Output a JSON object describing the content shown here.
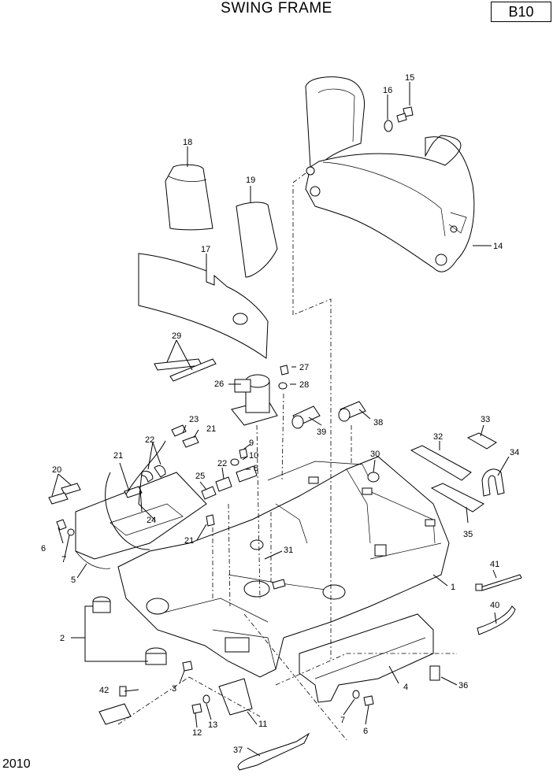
{
  "header": {
    "title": "SWING FRAME",
    "code": "B10"
  },
  "footer": {
    "page": "2010"
  },
  "callouts": [
    {
      "n": "1"
    },
    {
      "n": "2"
    },
    {
      "n": "3"
    },
    {
      "n": "4"
    },
    {
      "n": "5"
    },
    {
      "n": "6"
    },
    {
      "n": "6"
    },
    {
      "n": "7"
    },
    {
      "n": "7"
    },
    {
      "n": "8"
    },
    {
      "n": "9"
    },
    {
      "n": "10"
    },
    {
      "n": "11"
    },
    {
      "n": "12"
    },
    {
      "n": "13"
    },
    {
      "n": "14"
    },
    {
      "n": "15"
    },
    {
      "n": "16"
    },
    {
      "n": "17"
    },
    {
      "n": "18"
    },
    {
      "n": "19"
    },
    {
      "n": "20"
    },
    {
      "n": "21"
    },
    {
      "n": "21"
    },
    {
      "n": "21"
    },
    {
      "n": "22"
    },
    {
      "n": "22"
    },
    {
      "n": "23"
    },
    {
      "n": "24"
    },
    {
      "n": "25"
    },
    {
      "n": "26"
    },
    {
      "n": "27"
    },
    {
      "n": "28"
    },
    {
      "n": "29"
    },
    {
      "n": "30"
    },
    {
      "n": "31"
    },
    {
      "n": "32"
    },
    {
      "n": "33"
    },
    {
      "n": "34"
    },
    {
      "n": "35"
    },
    {
      "n": "36"
    },
    {
      "n": "37"
    },
    {
      "n": "38"
    },
    {
      "n": "39"
    },
    {
      "n": "40"
    },
    {
      "n": "41"
    },
    {
      "n": "42"
    }
  ]
}
